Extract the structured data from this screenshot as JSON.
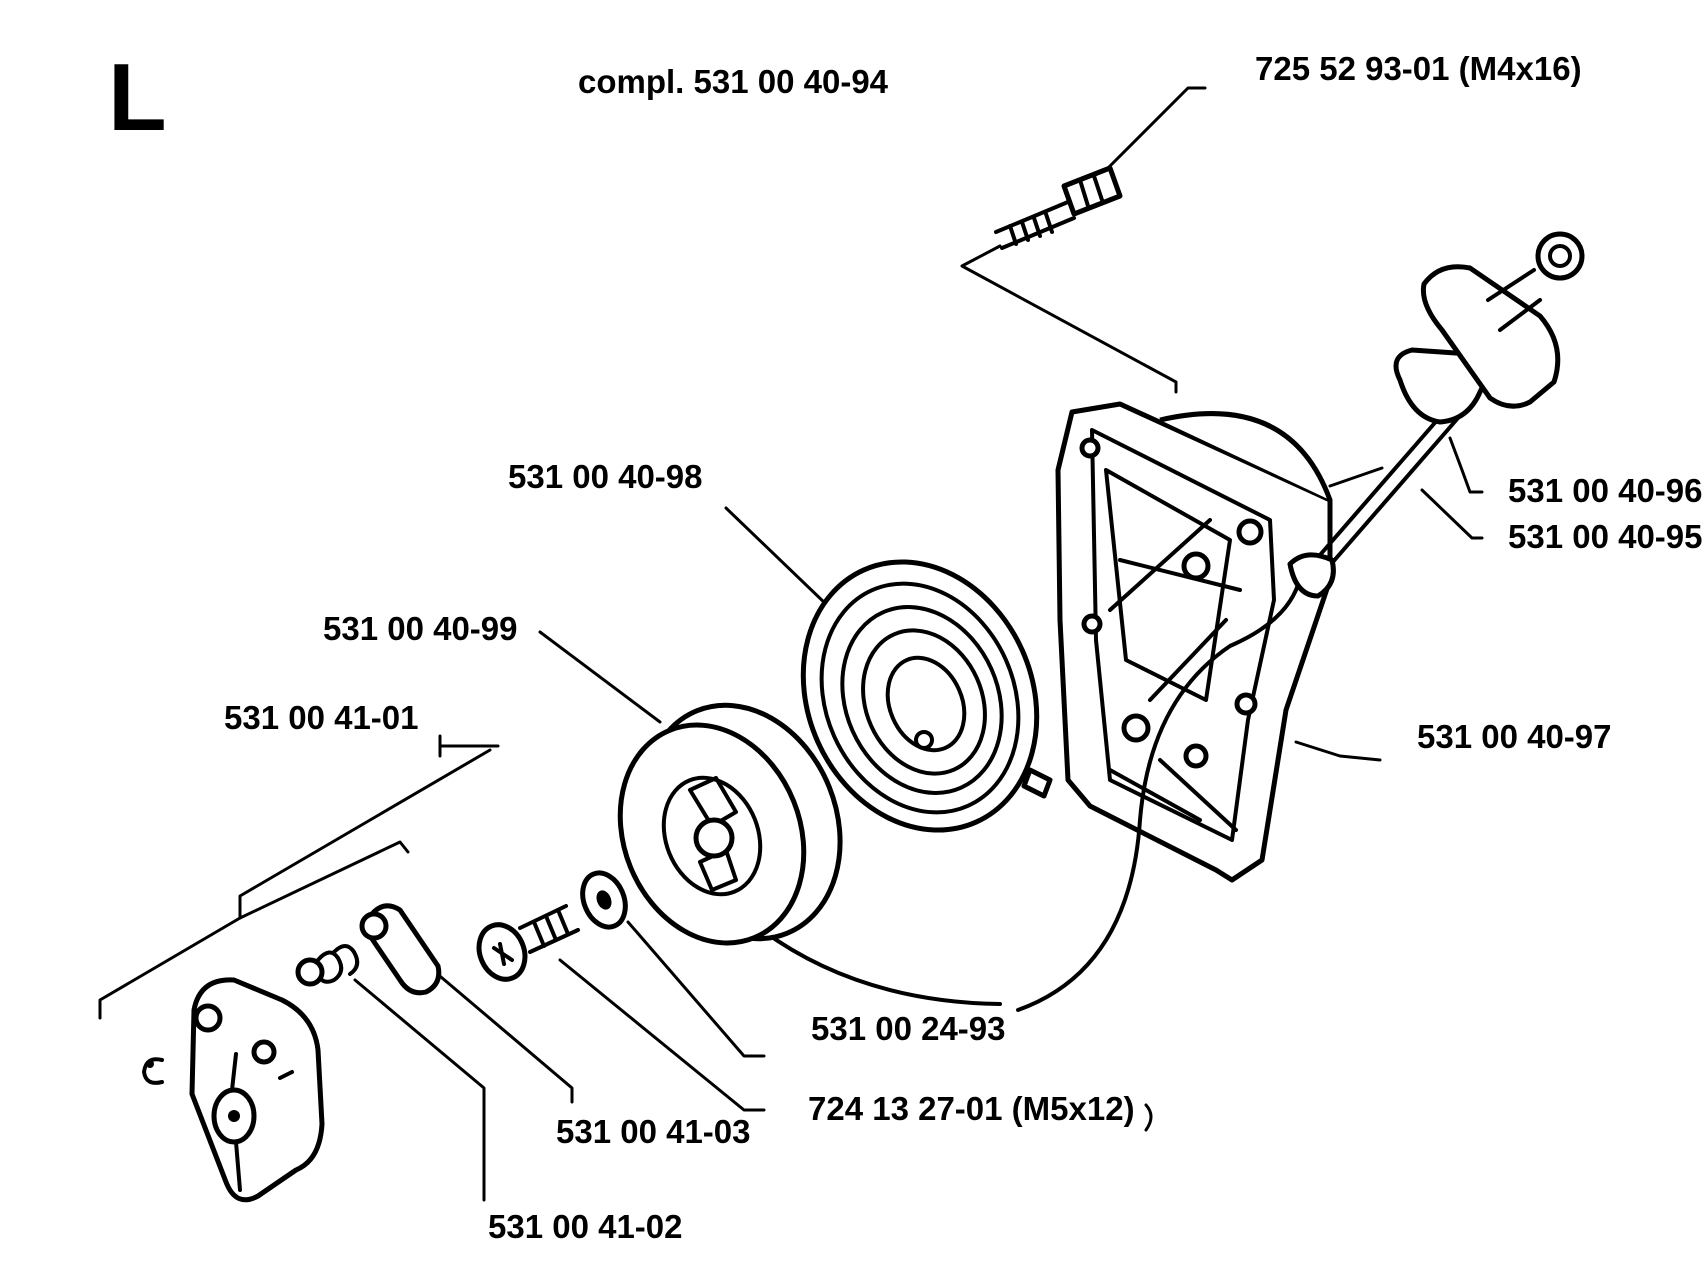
{
  "diagram": {
    "section_letter": "L",
    "assembly_label": "compl. 531 00 40-94",
    "labels": {
      "screw_top": "725 52 93-01 (M4x16)",
      "handle_grip": "531 00 40-96",
      "starter_rope": "531 00 40-95",
      "housing": "531 00 40-97",
      "recoil_spring": "531 00 40-98",
      "rope_pulley": "531 00 40-99",
      "retainer_group": "531 00 41-01",
      "pawl": "531 00 41-03",
      "pawl_spring": "531 00 41-02",
      "rope_part": "531 00 24-93",
      "center_screw": "724 13 27-01 (M5x12)"
    }
  }
}
